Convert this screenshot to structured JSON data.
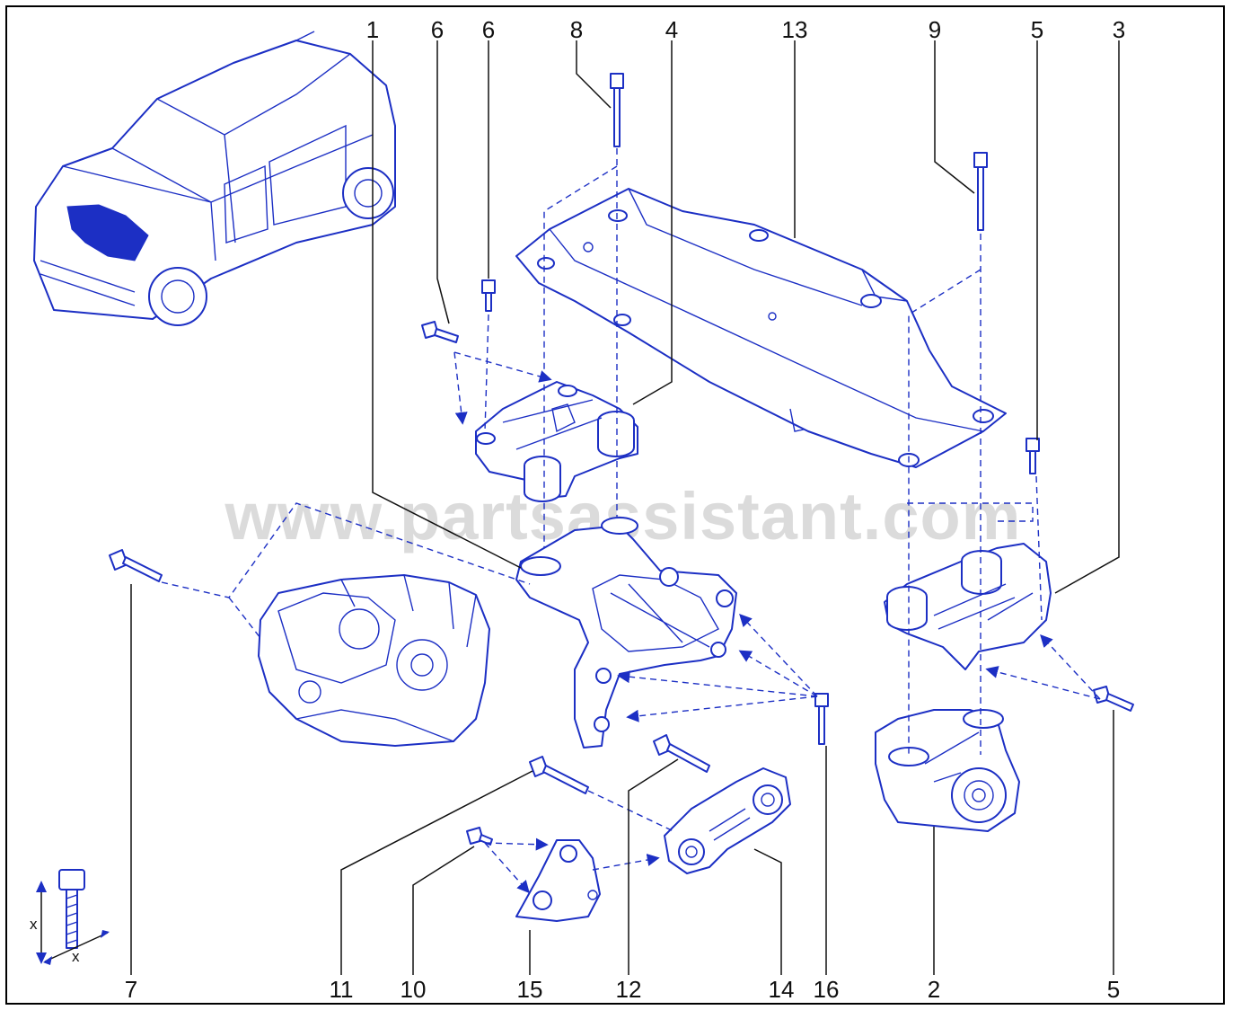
{
  "diagram": {
    "callouts": [
      "1",
      "6",
      "6",
      "8",
      "4",
      "13",
      "9",
      "5",
      "3",
      "7",
      "11",
      "10",
      "15",
      "12",
      "14",
      "16",
      "2",
      "5"
    ],
    "watermark": "www.partsassistant.com",
    "dimension_labels": [
      "x",
      "x"
    ]
  },
  "colors": {
    "line": "#1c2fc4",
    "label": "#111111",
    "background": "#ffffff",
    "frame": "#000000"
  }
}
